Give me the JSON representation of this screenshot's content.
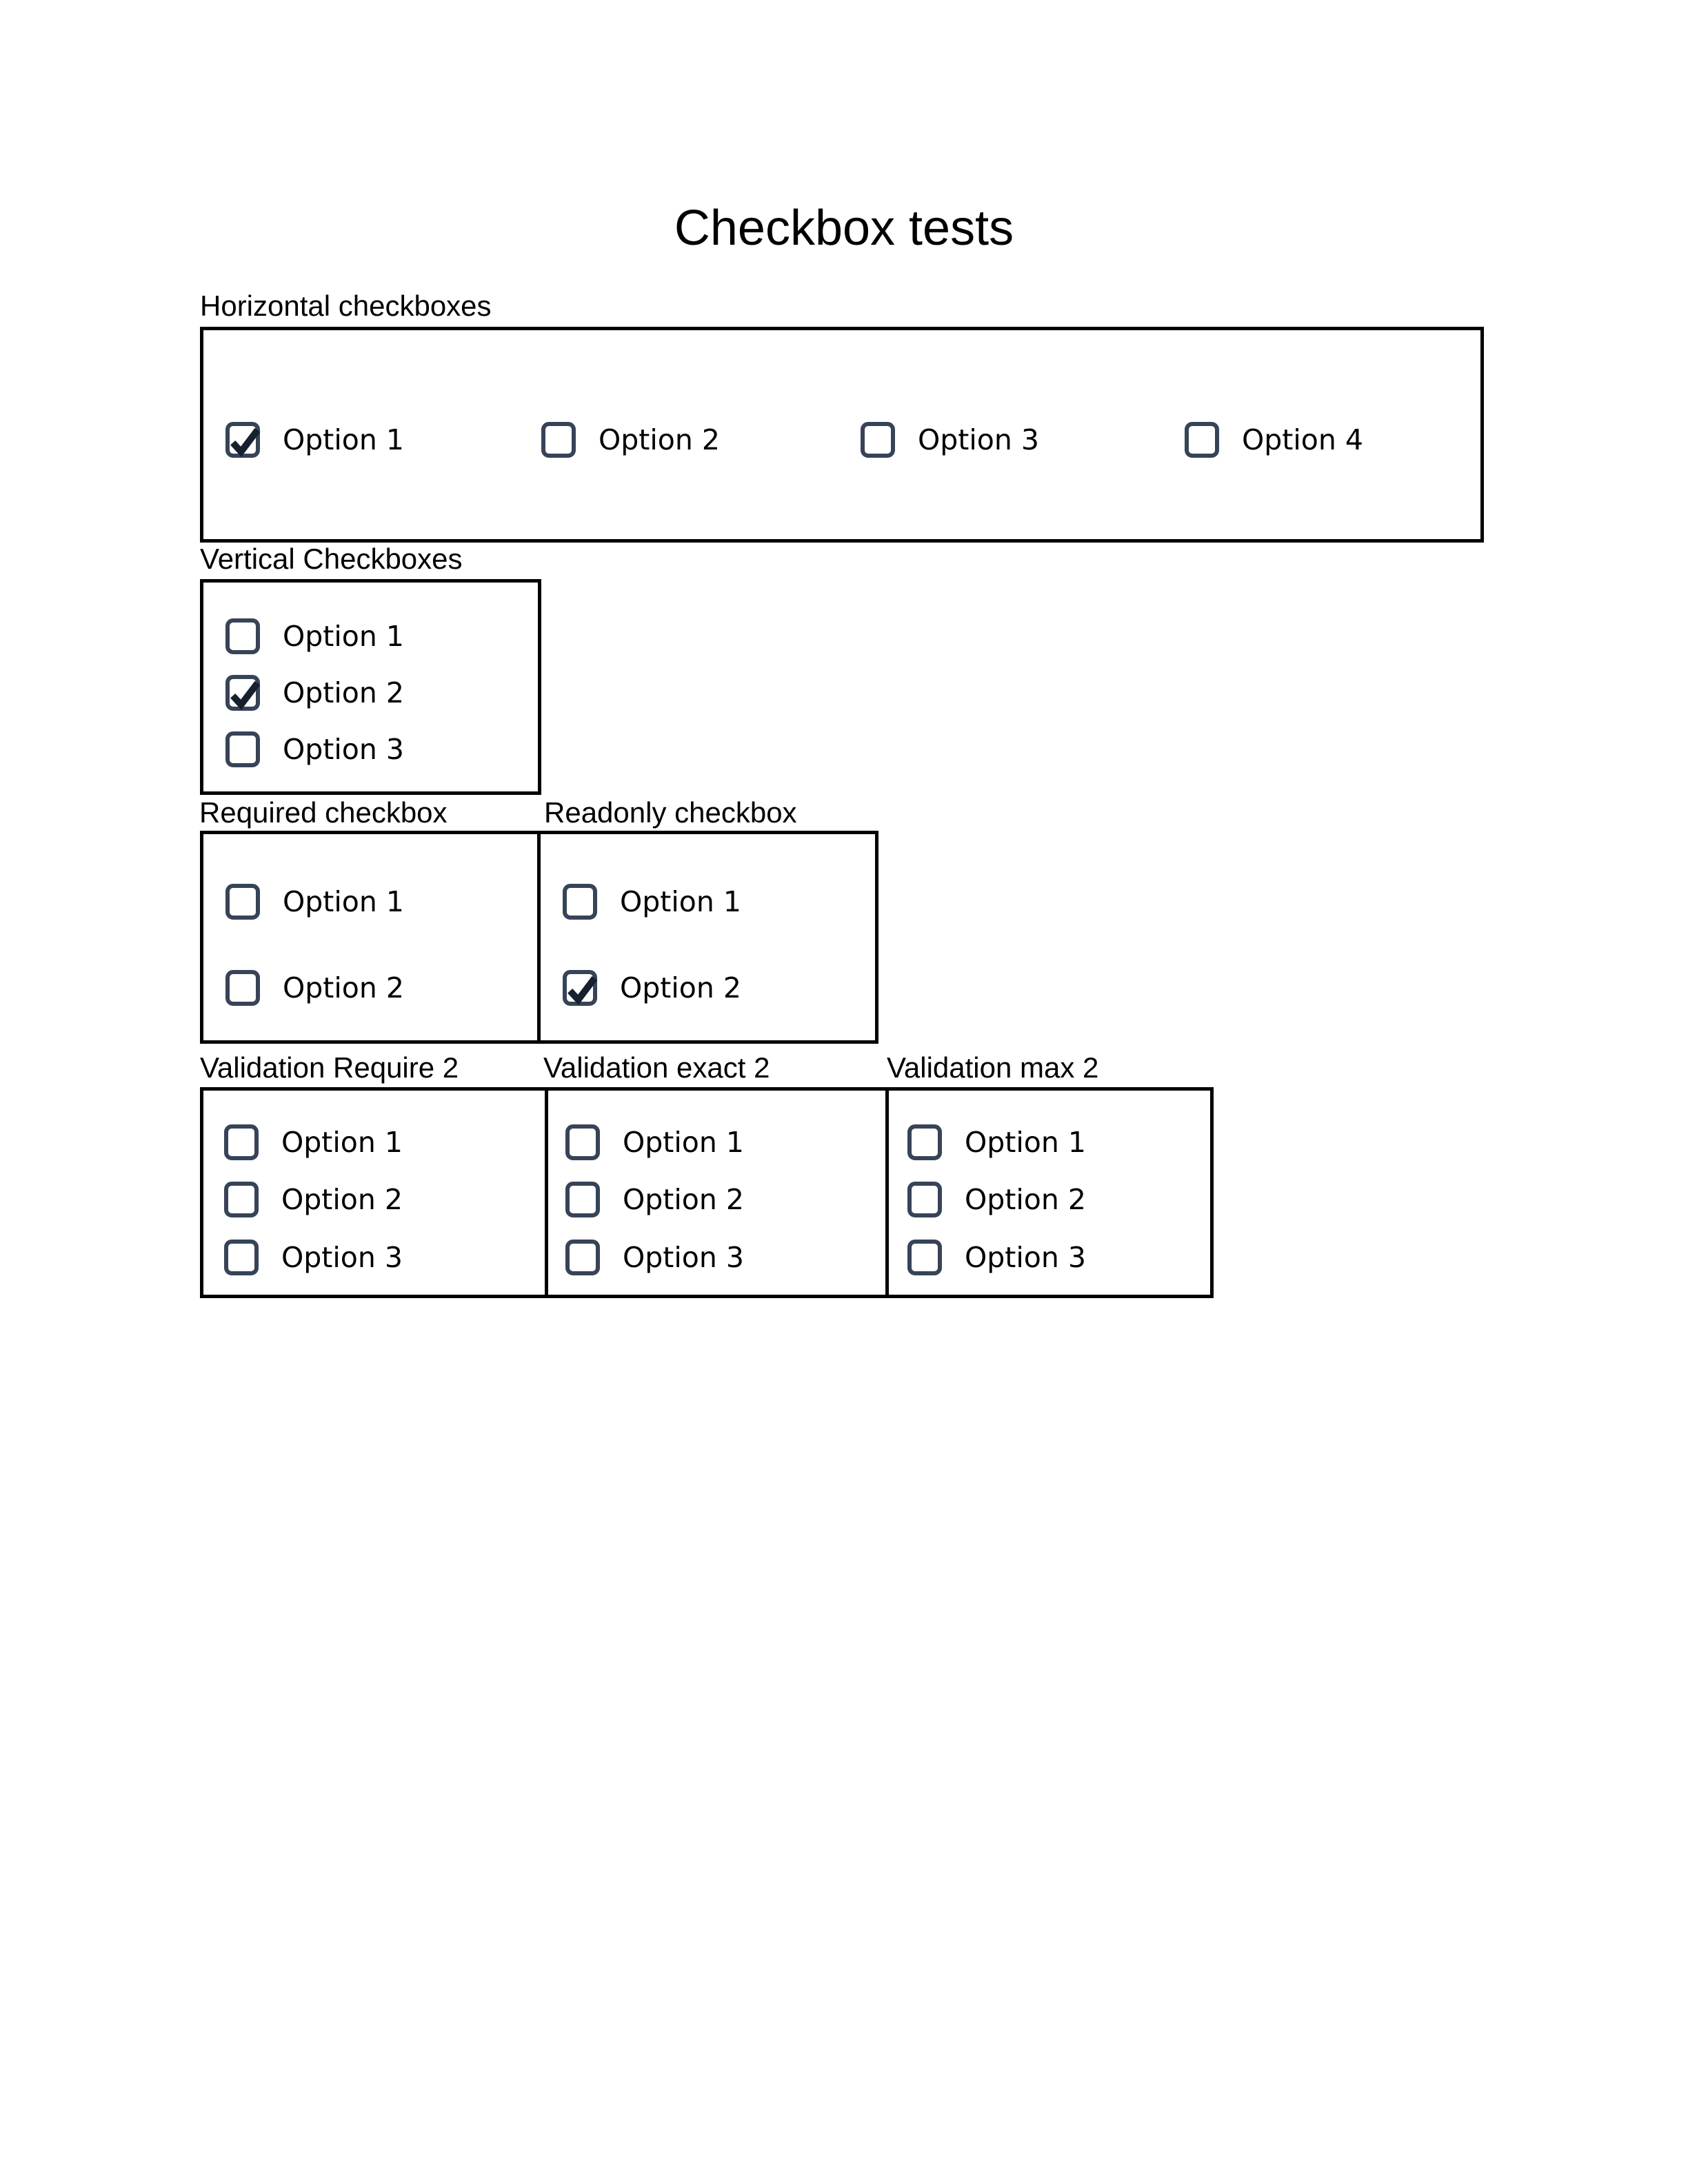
{
  "page": {
    "title": "Checkbox tests",
    "background_color": "#ffffff"
  },
  "colors": {
    "box_border": "#000000",
    "checkbox_border": "#374357",
    "checkmark": "#16202e",
    "text": "#000000"
  },
  "groups": {
    "horizontal": {
      "label": "Horizontal checkboxes",
      "layout": "horizontal",
      "options": [
        {
          "label": "Option 1",
          "checked": true
        },
        {
          "label": "Option 2",
          "checked": false
        },
        {
          "label": "Option 3",
          "checked": false
        },
        {
          "label": "Option 4",
          "checked": false
        }
      ]
    },
    "vertical": {
      "label": "Vertical Checkboxes",
      "layout": "vertical",
      "options": [
        {
          "label": "Option 1",
          "checked": false
        },
        {
          "label": "Option 2",
          "checked": true
        },
        {
          "label": "Option 3",
          "checked": false
        }
      ]
    },
    "required": {
      "label": "Required checkbox",
      "options": [
        {
          "label": "Option 1",
          "checked": false
        },
        {
          "label": "Option 2",
          "checked": false
        }
      ]
    },
    "readonly": {
      "label": "Readonly checkbox",
      "readonly": true,
      "options": [
        {
          "label": "Option 1",
          "checked": false
        },
        {
          "label": "Option 2",
          "checked": true
        }
      ]
    },
    "require2": {
      "label": "Validation Require 2",
      "options": [
        {
          "label": "Option 1",
          "checked": false
        },
        {
          "label": "Option 2",
          "checked": false
        },
        {
          "label": "Option 3",
          "checked": false
        }
      ]
    },
    "exact2": {
      "label": "Validation exact 2",
      "options": [
        {
          "label": "Option 1",
          "checked": false
        },
        {
          "label": "Option 2",
          "checked": false
        },
        {
          "label": "Option 3",
          "checked": false
        }
      ]
    },
    "max2": {
      "label": "Validation max 2",
      "options": [
        {
          "label": "Option 1",
          "checked": false
        },
        {
          "label": "Option 2",
          "checked": false
        },
        {
          "label": "Option 3",
          "checked": false
        }
      ]
    }
  }
}
